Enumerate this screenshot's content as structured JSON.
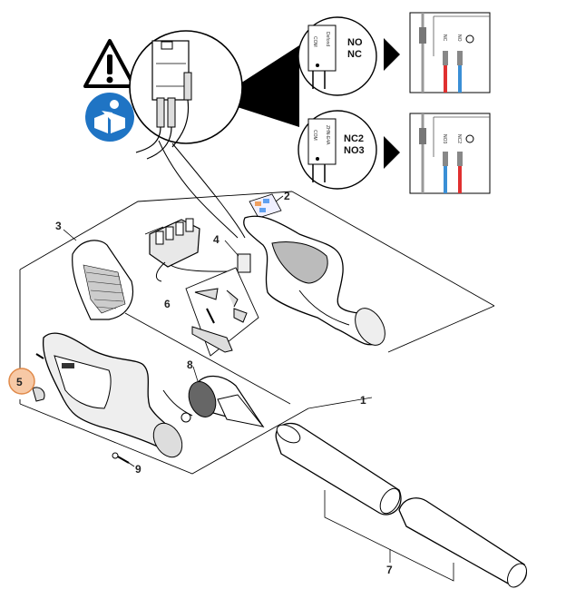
{
  "callouts": {
    "c1": "1",
    "c2": "2",
    "c3": "3",
    "c4": "4",
    "c5": "5",
    "c6": "6",
    "c7": "7",
    "c8": "8",
    "c9": "9"
  },
  "switch_top": {
    "model": "Defond",
    "com": "COM",
    "line1": "NO",
    "line2": "NC",
    "pin1": "NC",
    "pin2": "NO"
  },
  "switch_bottom": {
    "model": "ZHN-E4A",
    "com": "COM",
    "line1": "NC2",
    "line2": "NO3",
    "pin1": "NO3",
    "pin2": "NC2"
  },
  "colors": {
    "highlight": "#f7c9a6",
    "highlight_stroke": "#e08a4a",
    "warn_blue": "#1f74c4",
    "wire_red": "#e03030",
    "wire_blue": "#3a8fd6"
  }
}
